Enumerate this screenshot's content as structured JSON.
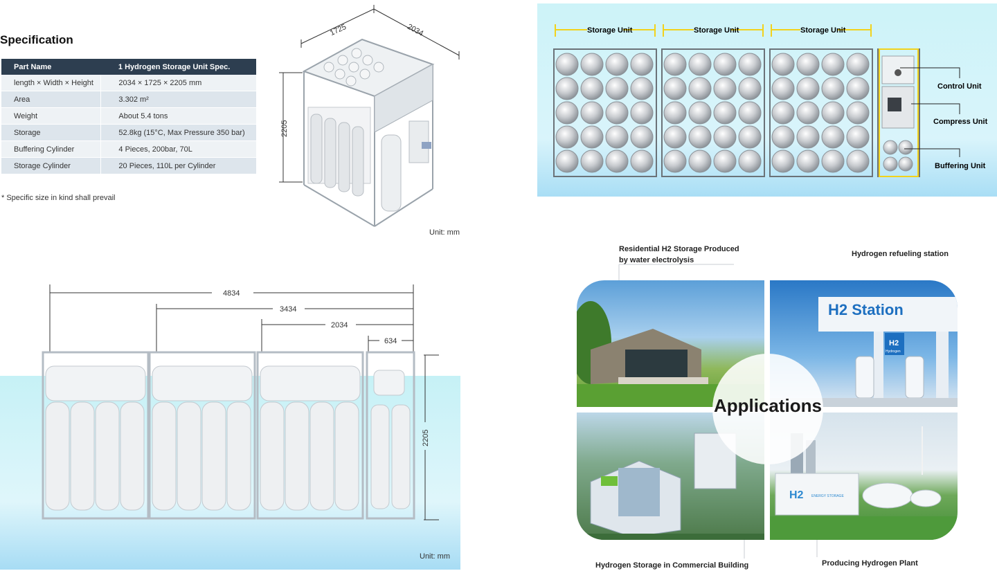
{
  "spec": {
    "title": "Specification",
    "headers": [
      "Part Name",
      "1 Hydrogen Storage Unit Spec."
    ],
    "rows": [
      [
        "length × Width × Height",
        "2034 × 1725 × 2205 mm"
      ],
      [
        "Area",
        "3.302 m²"
      ],
      [
        "Weight",
        "About 5.4 tons"
      ],
      [
        "Storage",
        "52.8kg (15°C, Max Pressure 350 bar)"
      ],
      [
        "Buffering Cylinder",
        "4 Pieces, 200bar, 70L"
      ],
      [
        "Storage Cylinder",
        "20 Pieces, 110L per Cylinder"
      ]
    ],
    "note": "*  Specific size in kind shall prevail"
  },
  "iso_drawing": {
    "dims": {
      "width": "1725",
      "depth": "2034",
      "height": "2205"
    },
    "unit": "Unit: mm"
  },
  "front_drawing": {
    "dims": {
      "total": "4834",
      "three": "3434",
      "two": "2034",
      "control": "634",
      "height": "2205"
    },
    "unit": "Unit: mm"
  },
  "layout_panel": {
    "storage_labels": [
      "Storage Unit",
      "Storage Unit",
      "Storage Unit"
    ],
    "side_labels": {
      "control": "Control Unit",
      "compress": "Compress Unit",
      "buffering": "Buffering Unit"
    }
  },
  "applications": {
    "title": "Applications",
    "captions": {
      "residential": "Residential H2 Storage Produced by water electrolysis",
      "refueling": "Hydrogen refueling station",
      "commercial": "Hydrogen  Storage in Commercial Building",
      "plant": "Producing Hydrogen Plant"
    },
    "station_sign": "H2 Station",
    "pump_sign": "H2",
    "pump_sub": "Hydrogen",
    "tank_text": "H2",
    "tank_sub": "ENERGY STORAGE"
  },
  "colors": {
    "table_header": "#2d3e50",
    "accent_yellow": "#f2d21b",
    "sky": "#cdf3f8"
  }
}
